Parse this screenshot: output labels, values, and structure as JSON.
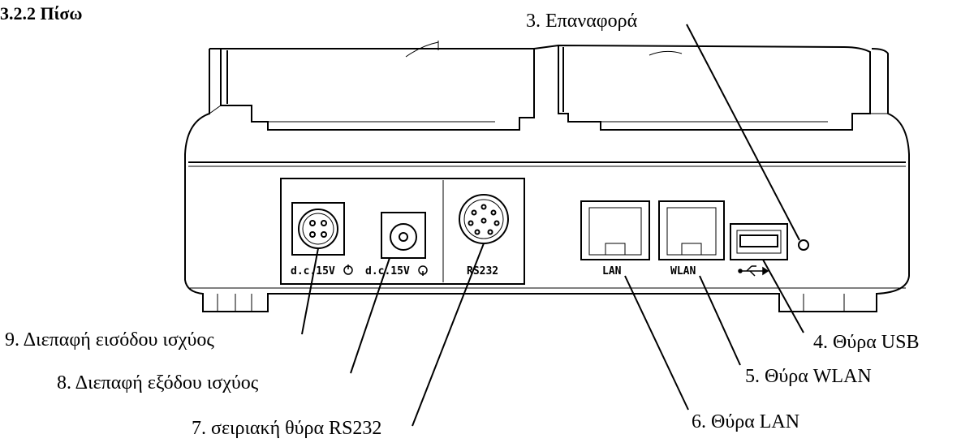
{
  "heading": "3.2.2 Πίσω",
  "callouts": {
    "reset": "3. Επαναφορά",
    "usb": "4. Θύρα USB",
    "wlan": "5. Θύρα WLAN",
    "lan": "6. Θύρα LAN",
    "rs232": "7. σειριακή θύρα RS232",
    "power_out": "8. Διεπαφή εξόδου ισχύος",
    "power_in": "9. Διεπαφή εισόδου ισχύος"
  },
  "port_labels": {
    "power_in": "d.c.15V",
    "power_out": "d.c.15V",
    "rs232": "RS232",
    "lan": "LAN",
    "wlan": "WLAN"
  },
  "icons": {
    "power_in": "dc-input-symbol-icon",
    "power_out": "dc-output-symbol-icon",
    "usb": "usb-trident-icon"
  }
}
